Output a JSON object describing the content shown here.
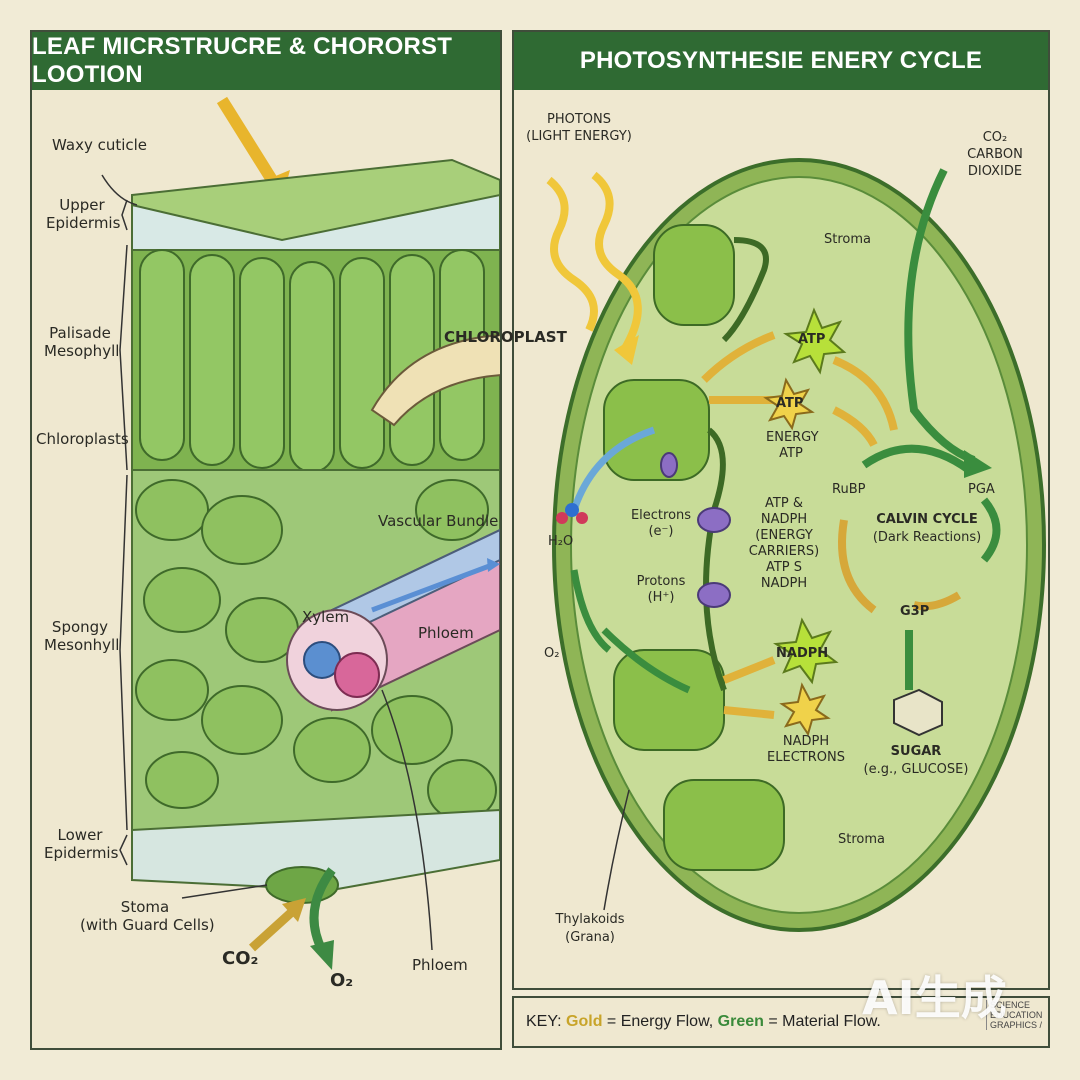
{
  "left_panel": {
    "title": "LEAF MICRSTRUCRE & CHORORST LOOTION",
    "labels": {
      "waxy_cuticle": "Waxy cuticle",
      "upper_epidermis_1": "Upper",
      "upper_epidermis_2": "Epidermis",
      "palisade_1": "Palisade",
      "palisade_2": "Mesophyll",
      "chloroplasts": "Chloroplasts",
      "spongy_1": "Spongy",
      "spongy_2": "Mesonhyll",
      "lower_epidermis_1": "Lower",
      "lower_epidermis_2": "Epidermis",
      "stoma_1": "Stoma",
      "stoma_2": "(with Guard Cells)",
      "co2": "CO₂",
      "o2": "O₂",
      "phloem_bottom": "Phloem",
      "vascular_bundle": "Vascular Bundle",
      "xylem": "Xylem",
      "phloem": "Phloem",
      "chloroplast_arrow": "CHLOROPLAST"
    }
  },
  "right_panel": {
    "title": "PHOTOSYNTHESIE ENERY CYCLE",
    "labels": {
      "photons_1": "PHOTONS",
      "photons_2": "(LIGHT ENERGY)",
      "co2_1": "CO₂",
      "co2_2": "CARBON",
      "co2_3": "DIOXIDE",
      "stroma_top": "Stroma",
      "stroma_bottom": "Stroma",
      "atp_star_1": "ATP",
      "atp_star_2": "ATP",
      "energy_atp_1": "ENERGY",
      "energy_atp_2": "ATP",
      "rubp": "RuBP",
      "pga": "PGA",
      "electrons_1": "Electrons",
      "electrons_2": "(e⁻)",
      "h2o": "H₂O",
      "atp_nadph_1": "ATP &",
      "atp_nadph_2": "NADPH",
      "atp_nadph_3": "(ENERGY",
      "atp_nadph_4": "CARRIERS)",
      "atp_nadph_5": "ATP S",
      "atp_nadph_6": "NADPH",
      "calvin_1": "CALVIN CYCLE",
      "calvin_2": "(Dark Reactions)",
      "protons_1": "Protons",
      "protons_2": "(H⁺)",
      "o2": "O₂",
      "g3p": "G3P",
      "nadph_star": "NADPH",
      "nadph_1": "NADPH",
      "nadph_2": "ELECTRONS",
      "sugar_1": "SUGAR",
      "sugar_2": "(e.g., GLUCOSE)",
      "thylakoids_1": "Thylakoids",
      "thylakoids_2": "(Grana)"
    }
  },
  "key": {
    "prefix": "KEY:",
    "gold_word": "Gold",
    "gold_rest": "= Energy Flow,",
    "green_word": "Green",
    "green_rest": "= Material Flow."
  },
  "watermark": "AI生成",
  "credit": [
    "SCIENCE",
    "EDUCATION",
    "GRAPHICS /"
  ],
  "colors": {
    "header_green": "#2f6a33",
    "leaf_green": "#8cbf5a",
    "energy_gold": "#e0b23a",
    "material_green": "#3f8f45",
    "water_blue": "#6aa8d8"
  }
}
